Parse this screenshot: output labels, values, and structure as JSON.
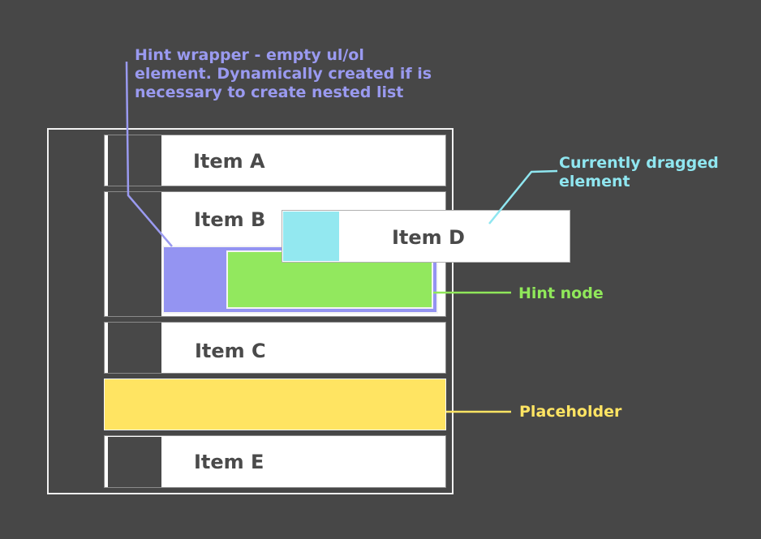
{
  "items": {
    "a": "Item A",
    "b": "Item B",
    "c": "Item C",
    "d": "Item D",
    "e": "Item E"
  },
  "annotations": {
    "hint_wrapper": {
      "lines": [
        "Hint wrapper - empty ul/ol",
        "element. Dynamically created if is",
        "necessary to create nested list"
      ],
      "color": "#9a9af0"
    },
    "dragged": {
      "lines": [
        "Currently dragged",
        "element"
      ],
      "color": "#8fe6f0"
    },
    "hint_node": {
      "text": "Hint node",
      "color": "#90e85a"
    },
    "placeholder": {
      "text": "Placeholder",
      "color": "#ffe463"
    }
  },
  "colors": {
    "background": "#474747",
    "handle": "#484848",
    "hint_wrapper_fill": "#9494f2",
    "hint_node_fill": "#92e85e",
    "placeholder_fill": "#ffe462",
    "dragged_handle_fill": "#93e8f0"
  }
}
